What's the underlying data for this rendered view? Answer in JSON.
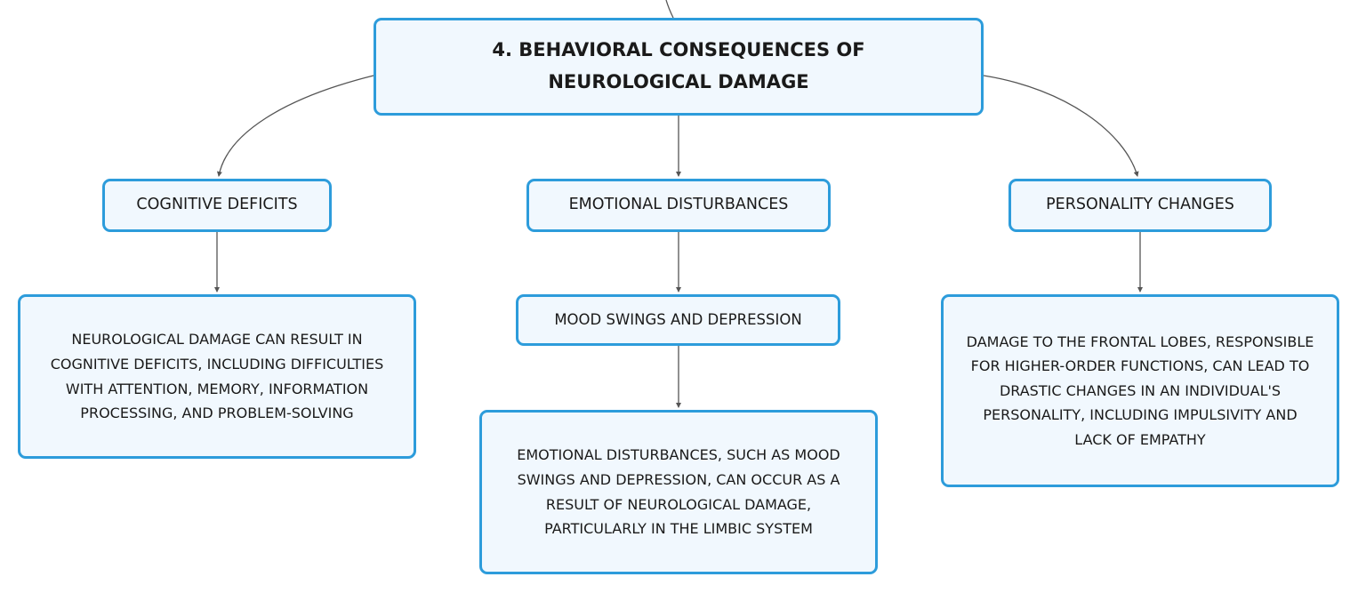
{
  "root": {
    "title": "4. BEHAVIORAL CONSEQUENCES OF NEUROLOGICAL DAMAGE"
  },
  "branches": [
    {
      "label": "COGNITIVE DEFICITS",
      "detail": "NEUROLOGICAL DAMAGE CAN RESULT IN COGNITIVE DEFICITS, INCLUDING DIFFICULTIES WITH ATTENTION, MEMORY, INFORMATION PROCESSING, AND PROBLEM-SOLVING"
    },
    {
      "label": "EMOTIONAL DISTURBANCES",
      "subtopic": "MOOD SWINGS AND DEPRESSION",
      "detail": "EMOTIONAL DISTURBANCES, SUCH AS MOOD SWINGS AND DEPRESSION, CAN OCCUR AS A RESULT OF NEUROLOGICAL DAMAGE, PARTICULARLY IN THE LIMBIC SYSTEM"
    },
    {
      "label": "PERSONALITY CHANGES",
      "detail": "DAMAGE TO THE FRONTAL LOBES, RESPONSIBLE FOR HIGHER-ORDER FUNCTIONS, CAN LEAD TO DRASTIC CHANGES IN AN INDIVIDUAL'S PERSONALITY, INCLUDING IMPULSIVITY AND LACK OF EMPATHY"
    }
  ],
  "colors": {
    "node_border": "#2d9cdb",
    "node_fill": "#f1f8fe",
    "connector": "#555555"
  }
}
